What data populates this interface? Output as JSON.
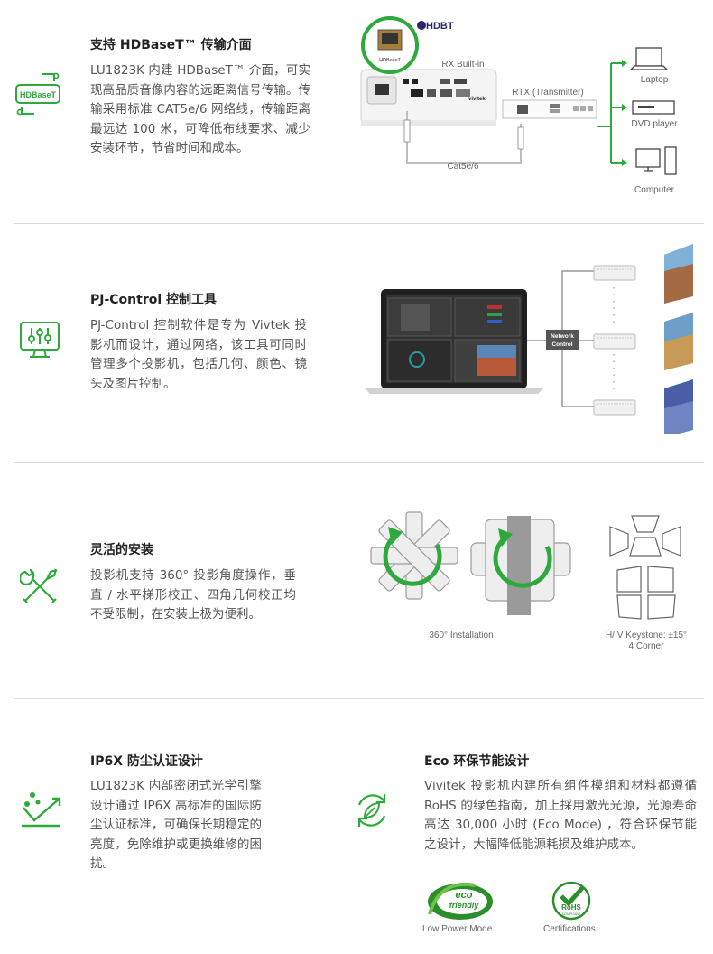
{
  "sections": {
    "hdbaset": {
      "title": "支持 HDBaseT™ 传输介面",
      "description": "LU1823K 内建 HDBaseT™ 介面，可实现高品质音像内容的远距离信号传输。传输采用标准 CAT5e/6 网络线，传输距离最远达 100 米，可降低布线要求、减少安装环节，节省时间和成本。",
      "icon_text": "HDBaseT",
      "icon": "hdbaset-icon",
      "diagram": {
        "logo": "HDBT",
        "port_label": "HDBaseT",
        "rx_label": "RX Built-in",
        "rtx_label": "RTX (Transmitter)",
        "cable_label": "Cat5e/6",
        "devices": [
          "Laptop",
          "DVD player",
          "Computer"
        ]
      }
    },
    "pjcontrol": {
      "title": "PJ-Control 控制工具",
      "description": "PJ-Control 控制软件是专为 Vivtek 投影机而设计，通过网络，该工具可同时管理多个投影机，包括几何、颜色、镜头及图片控制。",
      "icon": "control-panel-icon",
      "diagram": {
        "network_label": "Network Control"
      }
    },
    "installation": {
      "title": "灵活的安装",
      "description": "投影机支持 360° 投影角度操作，垂直 / 水平梯形校正、四角几何校正均不受限制，在安装上极为便利。",
      "icon": "wrench-screwdriver-icon",
      "diagram": {
        "install_label": "360° Installation",
        "keystone_label_1": "H/ V Keystone: ±15°",
        "keystone_label_2": "4 Corner"
      }
    },
    "ip6x": {
      "title": "IP6X 防尘认证设计",
      "description": "LU1823K 内部密闭式光学引擎设计通过 IP6X 高标准的国际防尘认证标准，可确保长期稳定的亮度，免除维护或更换维修的困扰。",
      "icon": "dust-proof-icon"
    },
    "eco": {
      "title": "Eco 环保节能设计",
      "description": "Vivitek 投影机内建所有组件模组和材料都遵循 RoHS 的绿色指南，加上採用激光光源，光源寿命高达 30,000 小时 (Eco Mode) ，符合环保节能之设计，大幅降低能源耗损及维护成本。",
      "icon": "eco-recycle-icon",
      "badges": [
        {
          "label": "Low Power Mode",
          "badge_line1": "eco",
          "badge_line2": "friendly"
        },
        {
          "label": "Certifications",
          "badge_line1": "RoHS",
          "badge_line2": "COMPLIANT"
        }
      ]
    }
  },
  "colors": {
    "accent_green": "#2eaa3c",
    "text_dark": "#222222",
    "text_body": "#555555",
    "divider": "#d9d9d9"
  }
}
